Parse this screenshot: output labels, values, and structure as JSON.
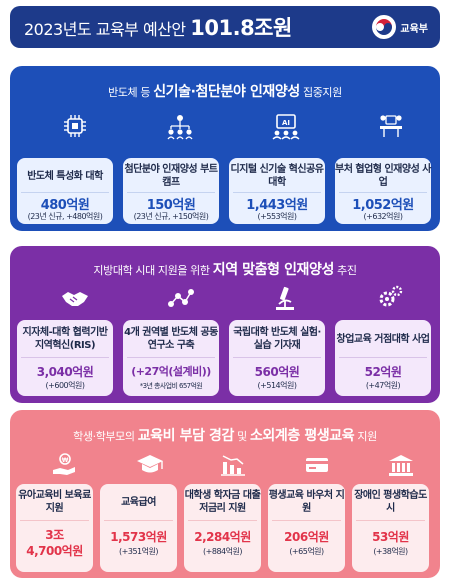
{
  "header": {
    "title_prefix": "2023년도 교육부 예산안",
    "title_amount": "101.8조원",
    "logo_text": "교육부"
  },
  "colors": {
    "header_bg": "#1d3a8a",
    "section1_bg": "#1d4fb8",
    "section2_bg": "#7b2fa6",
    "section3_bg": "#f1838d",
    "section3_amount": "#e2344a"
  },
  "section1": {
    "title_pre": "반도체 등",
    "title_bold": "신기술·첨단분야 인재양성",
    "title_post": "집중지원",
    "cards": [
      {
        "icon": "chip-icon",
        "label": "반도체 특성화 대학",
        "amount": "480억원",
        "note": "(23년 신규, +480억원)"
      },
      {
        "icon": "people-network-icon",
        "label": "첨단분야 인재양성 부트캠프",
        "amount": "150억원",
        "note": "(23년 신규, +150억원)"
      },
      {
        "icon": "ai-computer-icon",
        "label": "디지털 신기술 혁신공유대학",
        "amount": "1,443억원",
        "note": "(+553억원)"
      },
      {
        "icon": "meeting-icon",
        "label": "부처 협업형 인재양성 사업",
        "amount": "1,052억원",
        "note": "(+632억원)"
      }
    ]
  },
  "section2": {
    "title_pre": "지방대학 시대 지원을 위한",
    "title_bold": "지역 맞춤형 인재양성",
    "title_post": "추진",
    "cards": [
      {
        "icon": "handshake-icon",
        "label": "지자체-대학 협력기반 지역혁신(RIS)",
        "amount": "3,040억원",
        "note": "(+600억원)"
      },
      {
        "icon": "nodes-icon",
        "label": "4개 권역별 반도체 공동연구소 구축",
        "amount": "(+27억(설계비))",
        "note": "*3년 총사업비 657억원"
      },
      {
        "icon": "microscope-icon",
        "label": "국립대학 반도체 실험·실습 기자재",
        "amount": "560억원",
        "note": "(+514억원)"
      },
      {
        "icon": "gears-icon",
        "label": "창업교육 거점대학 사업",
        "amount": "52억원",
        "note": "(+47억원)"
      }
    ]
  },
  "section3": {
    "title_pre": "학생·학부모의",
    "title_bold1": "교육비 부담 경감",
    "title_mid": "및",
    "title_bold2": "소외계층 평생교육",
    "title_post": "지원",
    "cards": [
      {
        "icon": "coin-hand-icon",
        "label": "유아교육비 보육료 지원",
        "amount": "3조",
        "amount2": "4,700억원",
        "note": ""
      },
      {
        "icon": "graduation-cap-icon",
        "label": "교육급여",
        "amount": "1,573억원",
        "note": "(+351억원)"
      },
      {
        "icon": "chart-down-icon",
        "label": "대학생 학자금 대출 저금리 지원",
        "amount": "2,284억원",
        "note": "(+884억원)"
      },
      {
        "icon": "card-icon",
        "label": "평생교육 바우처 지원",
        "amount": "206억원",
        "note": "(+65억원)"
      },
      {
        "icon": "building-icon",
        "label": "장애인 평생학습도시",
        "amount": "53억원",
        "note": "(+38억원)"
      }
    ]
  }
}
